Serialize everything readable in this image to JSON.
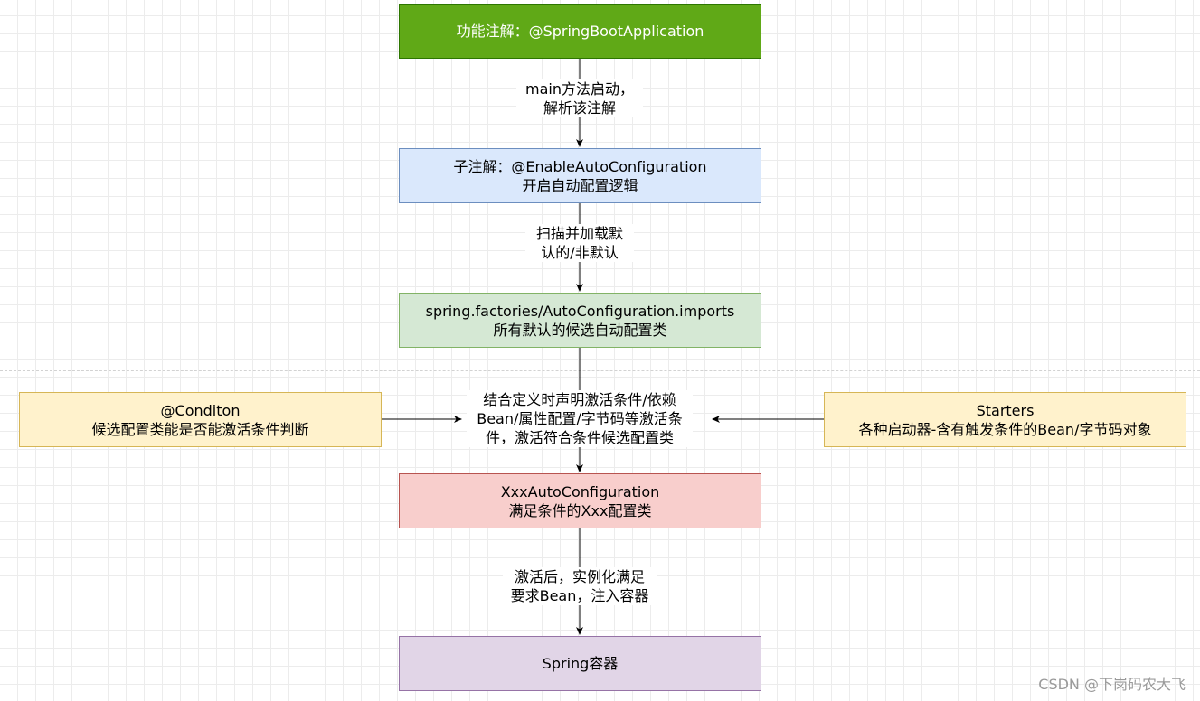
{
  "nodes": {
    "spring_boot_app": {
      "text": "功能注解：@SpringBootApplication",
      "fill": "#60a917",
      "stroke": "#2d7600",
      "font_color": "#ffffff"
    },
    "enable_auto_config": {
      "line1": "子注解：@EnableAutoConfiguration",
      "line2": "开启自动配置逻辑",
      "fill": "#dae8fc",
      "stroke": "#6c8ebf"
    },
    "factories": {
      "line1": "spring.factories/AutoConfiguration.imports",
      "line2": "所有默认的候选自动配置类",
      "fill": "#d5e8d4",
      "stroke": "#82b366"
    },
    "conditon": {
      "line1": "@Conditon",
      "line2": "候选配置类能是否能激活条件判断",
      "fill": "#fff2cc",
      "stroke": "#d6b656"
    },
    "starters": {
      "line1": "Starters",
      "line2": "各种启动器-含有触发条件的Bean/字节码对象",
      "fill": "#fff2cc",
      "stroke": "#d6b656"
    },
    "xxx_auto_config": {
      "line1": "XxxAutoConfiguration",
      "line2": "满足条件的Xxx配置类",
      "fill": "#f8cecc",
      "stroke": "#b85450"
    },
    "spring_container": {
      "text": "Spring容器",
      "fill": "#e1d5e7",
      "stroke": "#9673a6"
    }
  },
  "edge_labels": {
    "main_start": {
      "line1": "main方法启动，",
      "line2": "解析该注解"
    },
    "scan_load": {
      "line1": "扫描并加载默",
      "line2": "认的/非默认"
    },
    "combine": {
      "line1": "结合定义时声明激活条件/依赖",
      "line2": "Bean/属性配置/字节码等激活条",
      "line3": "件，激活符合条件候选配置类"
    },
    "activate": {
      "line1": "激活后，实例化满足",
      "line2": "要求Bean，注入容器"
    }
  },
  "watermark": "CSDN @下岗码农大飞",
  "colors": {
    "edge": "#000000",
    "grid": "#ececec",
    "background": "#ffffff"
  }
}
